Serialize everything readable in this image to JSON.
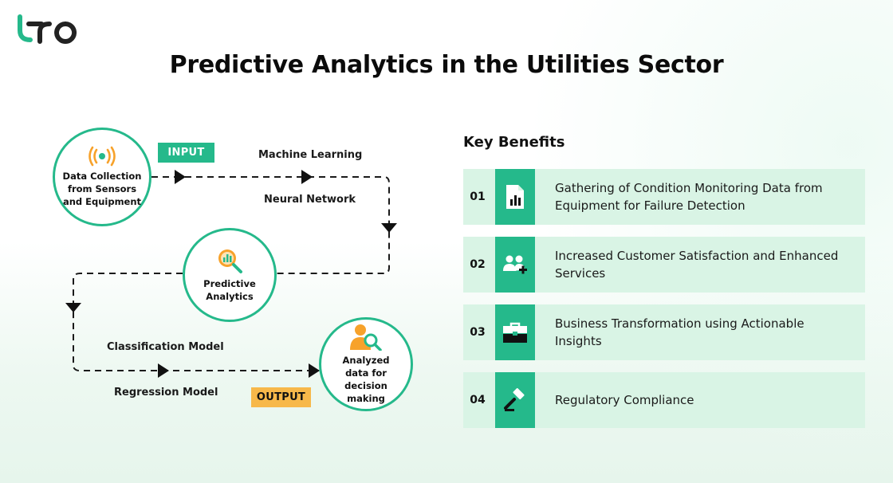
{
  "title": "Predictive Analytics in the Utilities Sector",
  "logo": {
    "name": "brand-logo"
  },
  "colors": {
    "accent_green": "#25b98b",
    "benefit_bg": "#d9f4e5",
    "output_tag": "#f7b84a",
    "icon_orange": "#f7a22b"
  },
  "flow": {
    "nodes": [
      {
        "label": "Data Collection from Sensors and Equipment",
        "icon": "sensor-signal-icon"
      },
      {
        "label": "Predictive Analytics",
        "icon": "analytics-magnifier-icon"
      },
      {
        "label": "Analyzed data for decision making",
        "icon": "user-search-icon"
      }
    ],
    "input_tag": "INPUT",
    "output_tag": "OUTPUT",
    "labels": {
      "machine_learning": "Machine Learning",
      "neural_network": "Neural Network",
      "classification_model": "Classification Model",
      "regression_model": "Regression Model"
    }
  },
  "benefits": {
    "heading": "Key Benefits",
    "items": [
      {
        "num": "01",
        "text": "Gathering of Condition Monitoring Data from Equipment for Failure Detection",
        "icon": "report-chart-icon"
      },
      {
        "num": "02",
        "text": "Increased Customer Satisfaction and Enhanced Services",
        "icon": "users-plus-icon"
      },
      {
        "num": "03",
        "text": "Business Transformation using Actionable Insights",
        "icon": "briefcase-icon"
      },
      {
        "num": "04",
        "text": "Regulatory Compliance",
        "icon": "gavel-icon"
      }
    ]
  }
}
